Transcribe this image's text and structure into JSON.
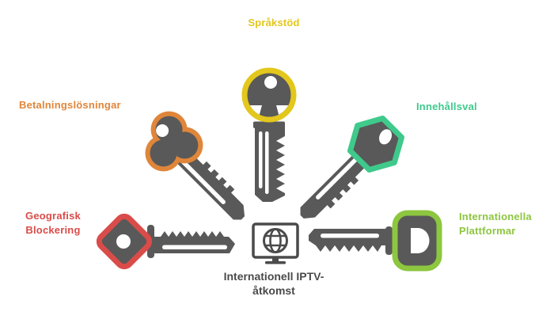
{
  "colors": {
    "yellow": "#e3c71c",
    "orange": "#e0863a",
    "emerald": "#3fca8c",
    "red": "#d94c49",
    "lime": "#8dc63f",
    "key_gray": "#595959",
    "icon_gray": "#4a4a4a",
    "hole_white": "#ffffff"
  },
  "labels": {
    "sprakstod": "Språkstöd",
    "betalningslosningar": "Betalningslösningar",
    "innehallsval": "Innehållsval",
    "geografisk": {
      "line1": "Geografisk",
      "line2": "Blockering"
    },
    "internationella": {
      "line1": "Internationella",
      "line2": "Plattformar"
    },
    "central": {
      "line1": "Internationell IPTV-",
      "line2": "åtkomst"
    }
  },
  "icons": {
    "center": "monitor-globe-icon",
    "top": "round-key-icon",
    "upper_left": "clover-key-icon",
    "upper_right": "hexagon-key-icon",
    "lower_left": "diamond-key-icon",
    "lower_right": "car-key-icon"
  }
}
